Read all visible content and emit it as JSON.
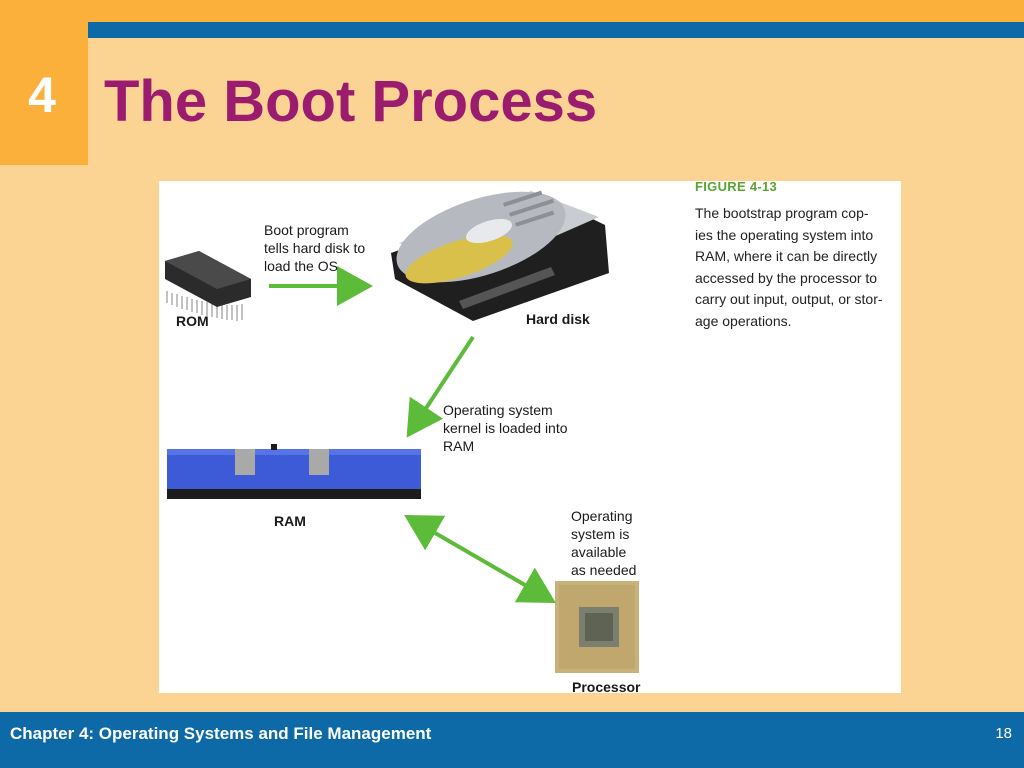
{
  "slide": {
    "chapter_number": "4",
    "title": "The Boot Process",
    "footer_text": "Chapter 4: Operating Systems and File Management",
    "page_number": "18"
  },
  "figure": {
    "number": "FIGURE 4-13",
    "caption": "The bootstrap program cop-\nies the operating system into\nRAM, where it can be directly\naccessed by the processor to\ncarry out input, output, or stor-\nage operations.",
    "labels": {
      "rom": "ROM",
      "hard_disk": "Hard disk",
      "ram": "RAM",
      "processor": "Processor"
    },
    "notes": {
      "boot_program": "Boot program\ntells hard disk to\nload the OS",
      "kernel_loaded": "Operating system\nkernel is loaded into\nRAM",
      "os_available": "Operating\nsystem is\navailable\nas needed"
    }
  },
  "colors": {
    "background": "#fbd494",
    "accent_orange": "#fbb03b",
    "title_purple": "#9b1b6e",
    "footer_blue": "#0e6aa6",
    "arrow_green": "#5dbb3a",
    "figure_number_green": "#5aa531"
  }
}
